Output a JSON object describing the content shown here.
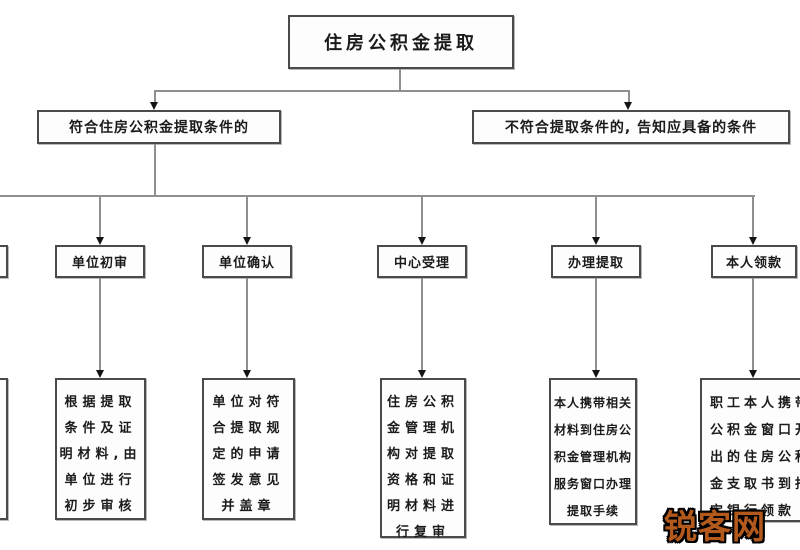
{
  "flowchart": {
    "title": "住房公积金提取",
    "branch_yes": "符合住房公积金提取条件的",
    "branch_no": "不符合提取条件的, 告知应具备的条件",
    "steps": [
      {
        "header": "",
        "detail_lines": []
      },
      {
        "header": "单位初审",
        "detail_lines": [
          "根据提取",
          "条件及证",
          "明材料,由",
          "单位进行",
          "初步审核"
        ]
      },
      {
        "header": "单位确认",
        "detail_lines": [
          "单位对符",
          "合提取规",
          "定的申请",
          "签发意见",
          "并盖章"
        ]
      },
      {
        "header": "中心受理",
        "detail_lines": [
          "住房公积",
          "金管理机",
          "构对提取",
          "资格和证",
          "明材料进",
          "行复审"
        ]
      },
      {
        "header": "办理提取",
        "detail_lines": [
          "本人携带相关",
          "材料到住房公",
          "积金管理机构",
          "服务窗口办理",
          "提取手续"
        ]
      },
      {
        "header": "本人领款",
        "detail_lines": [
          "职工本人携带",
          "公积金窗口开",
          "出的住房公积",
          "金支取书到指",
          "定银行领款"
        ]
      }
    ]
  },
  "watermark": "锐客网",
  "colors": {
    "line": "#8f8f8f",
    "arrow": "#141414",
    "box_border": "#4a4a4a",
    "watermark": "#b4591c",
    "background": "#ffffff"
  }
}
